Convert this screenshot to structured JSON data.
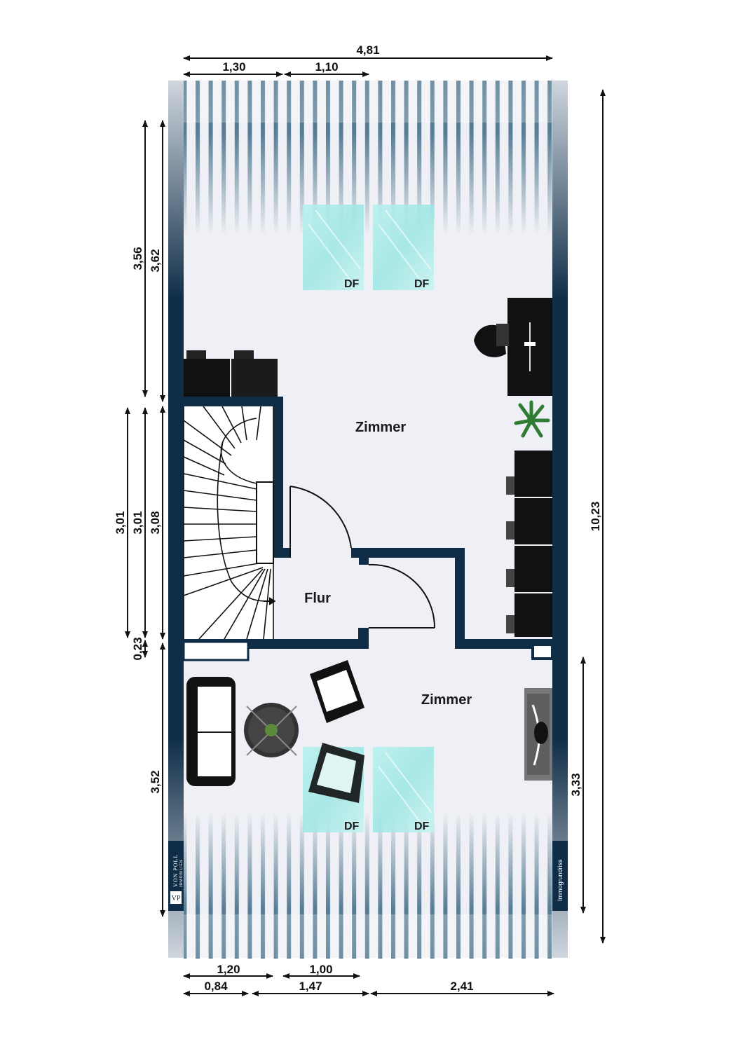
{
  "rooms": {
    "upper_room": "Zimmer",
    "hall": "Flur",
    "lower_room": "Zimmer"
  },
  "skylights": {
    "label": "DF",
    "count": 4
  },
  "dimensions": {
    "top_total": "4,81",
    "top_left": "1,30",
    "top_right": "1,10",
    "left_upper_outer": "3,56",
    "left_upper_inner": "3,62",
    "left_stair_outer": "3,01",
    "left_stair_mid": "3,01",
    "left_stair_inner": "3,08",
    "left_wall_thickness": "0,23",
    "left_lower": "3,52",
    "right_total": "10,23",
    "right_lower": "3,33",
    "bottom_row1_left": "1,20",
    "bottom_row1_right": "1,00",
    "bottom_row2_left": "0,84",
    "bottom_row2_mid": "1,47",
    "bottom_row2_right": "2,41"
  },
  "branding": {
    "logo_mark": "VP",
    "company": "VON POLL",
    "company_sub": "IMMOBILIEN",
    "provider": "Immogrundriss"
  },
  "colors": {
    "wall": "#0f2d47",
    "floor": "#eff0f5",
    "skylight": "#a8ece8",
    "furniture": "#111111"
  }
}
